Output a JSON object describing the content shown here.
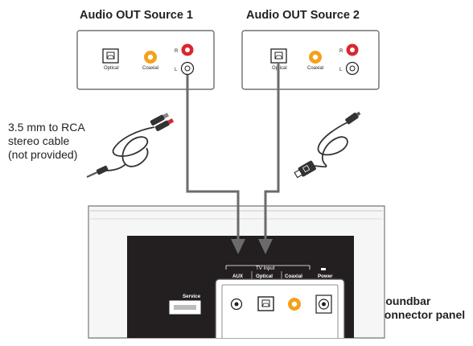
{
  "source1": {
    "title": "Audio OUT Source 1",
    "optical": "Optical",
    "coaxial": "Coaxial",
    "r": "R",
    "l": "L"
  },
  "source2": {
    "title": "Audio OUT Source 2",
    "optical": "Optical",
    "coaxial": "Coaxial",
    "r": "R",
    "l": "L"
  },
  "cable_label": [
    "3.5 mm to RCA",
    "stereo cable",
    "(not provided)"
  ],
  "soundbar": {
    "tv_input": "TV Input",
    "aux": "AUX",
    "optical": "Optical",
    "coaxial": "Coaxial",
    "power": "Power",
    "service": "Service",
    "panel_label": [
      "Soundbar",
      "connector panel"
    ]
  },
  "colors": {
    "rca_red": "#d9272e",
    "coax_orange": "#f3a21b",
    "line_gray": "#6b6b6b",
    "panel_black": "#231f20"
  }
}
